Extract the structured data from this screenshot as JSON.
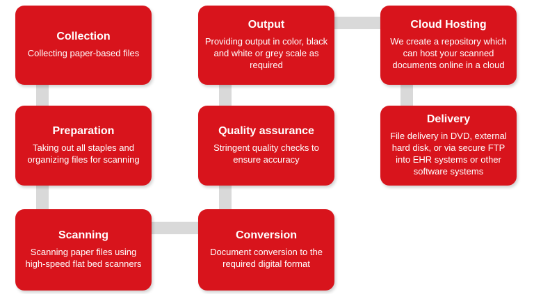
{
  "colors": {
    "node_fill": "#d8141c",
    "node_text": "#ffffff",
    "connector_fill": "#d9d9d9",
    "background": "#ffffff"
  },
  "nodes": {
    "collection": {
      "title": "Collection",
      "description": "Collecting paper-based files"
    },
    "preparation": {
      "title": "Preparation",
      "description": "Taking out all staples and organizing files for scanning"
    },
    "scanning": {
      "title": "Scanning",
      "description": "Scanning paper files using high-speed flat bed scanners"
    },
    "output": {
      "title": "Output",
      "description": "Providing output in color, black and white or grey scale as required"
    },
    "quality_assurance": {
      "title": "Quality assurance",
      "description": "Stringent quality checks to ensure accuracy"
    },
    "conversion": {
      "title": "Conversion",
      "description": "Document conversion to the required digital format"
    },
    "cloud_hosting": {
      "title": "Cloud Hosting",
      "description": "We create a repository which can host your scanned documents online in a cloud"
    },
    "delivery": {
      "title": "Delivery",
      "description": "File delivery in DVD, external hard disk, or via secure FTP into EHR systems or other software systems"
    }
  },
  "connections": [
    {
      "from": "Collection",
      "to": "Preparation"
    },
    {
      "from": "Preparation",
      "to": "Scanning"
    },
    {
      "from": "Scanning",
      "to": "Conversion"
    },
    {
      "from": "Conversion",
      "to": "Quality assurance"
    },
    {
      "from": "Quality assurance",
      "to": "Output"
    },
    {
      "from": "Output",
      "to": "Cloud Hosting"
    },
    {
      "from": "Cloud Hosting",
      "to": "Delivery"
    }
  ]
}
